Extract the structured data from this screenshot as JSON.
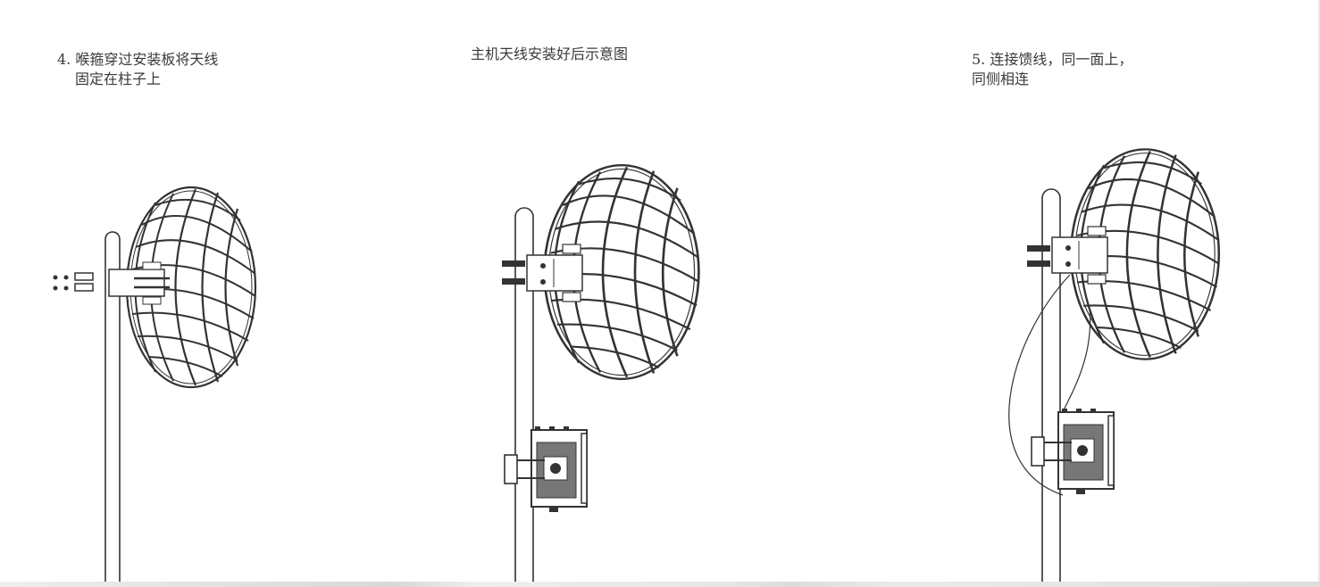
{
  "steps": [
    {
      "id": "step-4",
      "lines": [
        "4. 喉箍穿过安装板将天线",
        "固定在柱子上"
      ]
    },
    {
      "id": "overview",
      "lines": [
        "主机天线安装好后示意图"
      ]
    },
    {
      "id": "step-5",
      "lines": [
        "5. 连接馈线，同一面上，",
        "同侧相连"
      ]
    }
  ],
  "figures": [
    {
      "name": "pole-with-dish-mounting",
      "components": [
        "pole",
        "grid-parabolic-dish",
        "mounting-plate",
        "hose-clamps"
      ]
    },
    {
      "name": "pole-with-dish-and-host-unit",
      "components": [
        "pole",
        "grid-parabolic-dish",
        "mounting-plate",
        "host-unit",
        "host-bracket"
      ]
    },
    {
      "name": "pole-with-dish-host-and-feeder-cables",
      "components": [
        "pole",
        "grid-parabolic-dish",
        "mounting-plate",
        "host-unit",
        "feeder-cables"
      ]
    }
  ],
  "colors": {
    "line": "#333333",
    "background": "#ffffff",
    "text": "#3a3a3a"
  }
}
